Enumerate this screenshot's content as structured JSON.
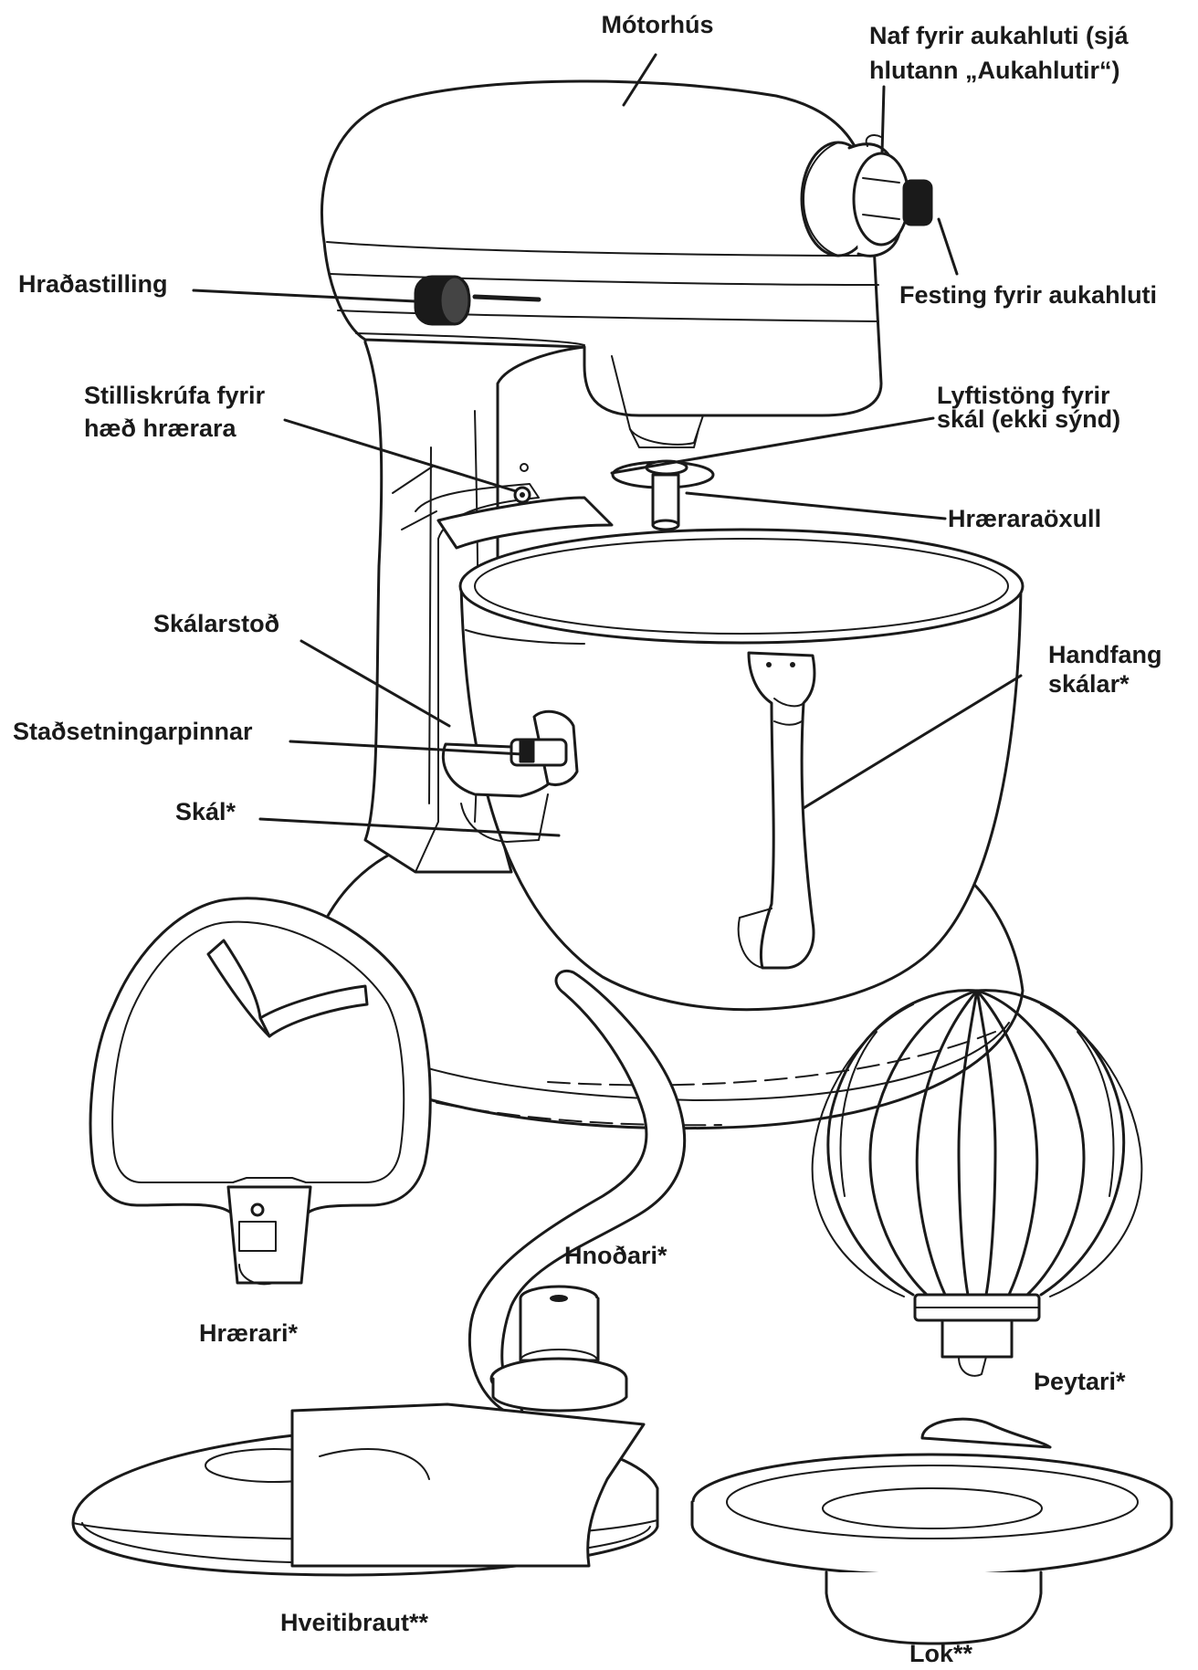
{
  "labels": {
    "motorhus": "Mótorhús",
    "naf_line1": "Naf fyrir aukahluti (sjá",
    "naf_line2": "hlutann „Aukahlutir“)",
    "festing": "Festing fyrir aukahluti",
    "hradastilling": "Hraðastilling",
    "stilliskrufa_line1": "Stilliskrúfa fyrir",
    "stilliskrufa_line2": "hæð hrærara",
    "lyftistong_line1": "Lyftistöng fyrir",
    "lyftistong_line2": "skál (ekki sýnd)",
    "hrararaoxull": "Hræraraöxull",
    "skalarstod": "Skálarstoð",
    "handfang_line1": "Handfang",
    "handfang_line2": "skálar*",
    "stadsetningarpinnar": "Staðsetningarpinnar",
    "skal": "Skál*",
    "hnodari": "Hnoðari*",
    "hrarari": "Hrærari*",
    "peytari": "Þeytari*",
    "hveitibraut": "Hveitibraut**",
    "lok": "Lok**"
  },
  "colors": {
    "ink": "#1a1a1a",
    "background": "#ffffff"
  }
}
